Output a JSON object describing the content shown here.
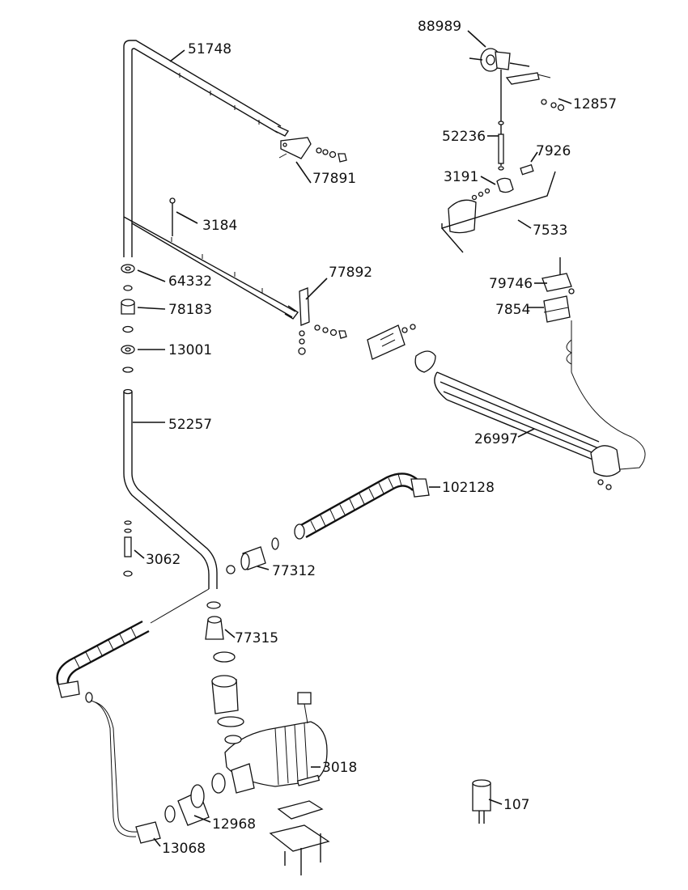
{
  "diagram": {
    "parts": [
      {
        "key": "p51748",
        "number": "51748"
      },
      {
        "key": "p77891",
        "number": "77891"
      },
      {
        "key": "p3184",
        "number": "3184"
      },
      {
        "key": "p77892",
        "number": "77892"
      },
      {
        "key": "p64332",
        "number": "64332"
      },
      {
        "key": "p78183",
        "number": "78183"
      },
      {
        "key": "p13001",
        "number": "13001"
      },
      {
        "key": "p52257",
        "number": "52257"
      },
      {
        "key": "p3062",
        "number": "3062"
      },
      {
        "key": "p77312",
        "number": "77312"
      },
      {
        "key": "p77315",
        "number": "77315"
      },
      {
        "key": "p102128",
        "number": "102128"
      },
      {
        "key": "p88989",
        "number": "88989"
      },
      {
        "key": "p12857",
        "number": "12857"
      },
      {
        "key": "p52236",
        "number": "52236"
      },
      {
        "key": "p7926",
        "number": "7926"
      },
      {
        "key": "p3191",
        "number": "3191"
      },
      {
        "key": "p7533",
        "number": "7533"
      },
      {
        "key": "p79746",
        "number": "79746"
      },
      {
        "key": "p7854",
        "number": "7854"
      },
      {
        "key": "p26997",
        "number": "26997"
      },
      {
        "key": "p3018",
        "number": "3018"
      },
      {
        "key": "p12968",
        "number": "12968"
      },
      {
        "key": "p13068",
        "number": "13068"
      },
      {
        "key": "p107",
        "number": "107"
      }
    ]
  }
}
